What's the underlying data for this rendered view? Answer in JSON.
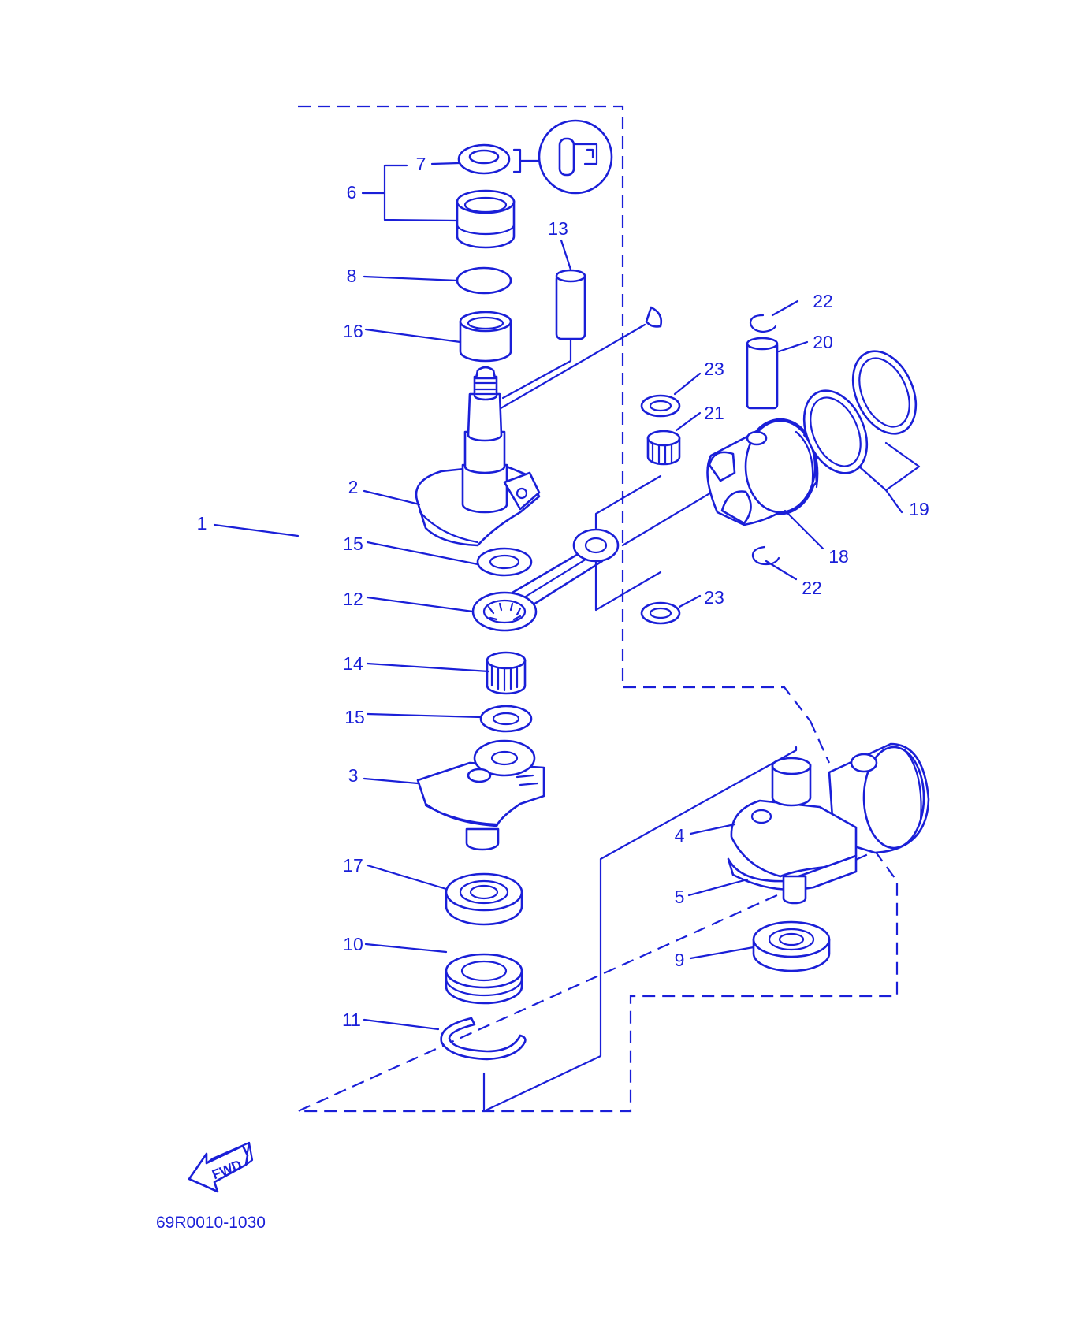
{
  "diagram": {
    "code": "69R0010-1030",
    "fwd_label": "FWD",
    "colors": {
      "ink": "#1a1fd8",
      "background": "#ffffff"
    },
    "callouts": [
      {
        "id": "c1",
        "number": "1"
      },
      {
        "id": "c2",
        "number": "2"
      },
      {
        "id": "c3",
        "number": "3"
      },
      {
        "id": "c4",
        "number": "4"
      },
      {
        "id": "c5",
        "number": "5"
      },
      {
        "id": "c6",
        "number": "6"
      },
      {
        "id": "c7",
        "number": "7"
      },
      {
        "id": "c8",
        "number": "8"
      },
      {
        "id": "c9",
        "number": "9"
      },
      {
        "id": "c10",
        "number": "10"
      },
      {
        "id": "c11",
        "number": "11"
      },
      {
        "id": "c12",
        "number": "12"
      },
      {
        "id": "c13",
        "number": "13"
      },
      {
        "id": "c14",
        "number": "14"
      },
      {
        "id": "c15a",
        "number": "15"
      },
      {
        "id": "c15b",
        "number": "15"
      },
      {
        "id": "c16",
        "number": "16"
      },
      {
        "id": "c17",
        "number": "17"
      },
      {
        "id": "c18",
        "number": "18"
      },
      {
        "id": "c19",
        "number": "19"
      },
      {
        "id": "c20",
        "number": "20"
      },
      {
        "id": "c21",
        "number": "21"
      },
      {
        "id": "c22a",
        "number": "22"
      },
      {
        "id": "c22b",
        "number": "22"
      },
      {
        "id": "c23a",
        "number": "23"
      },
      {
        "id": "c23b",
        "number": "23"
      }
    ]
  }
}
